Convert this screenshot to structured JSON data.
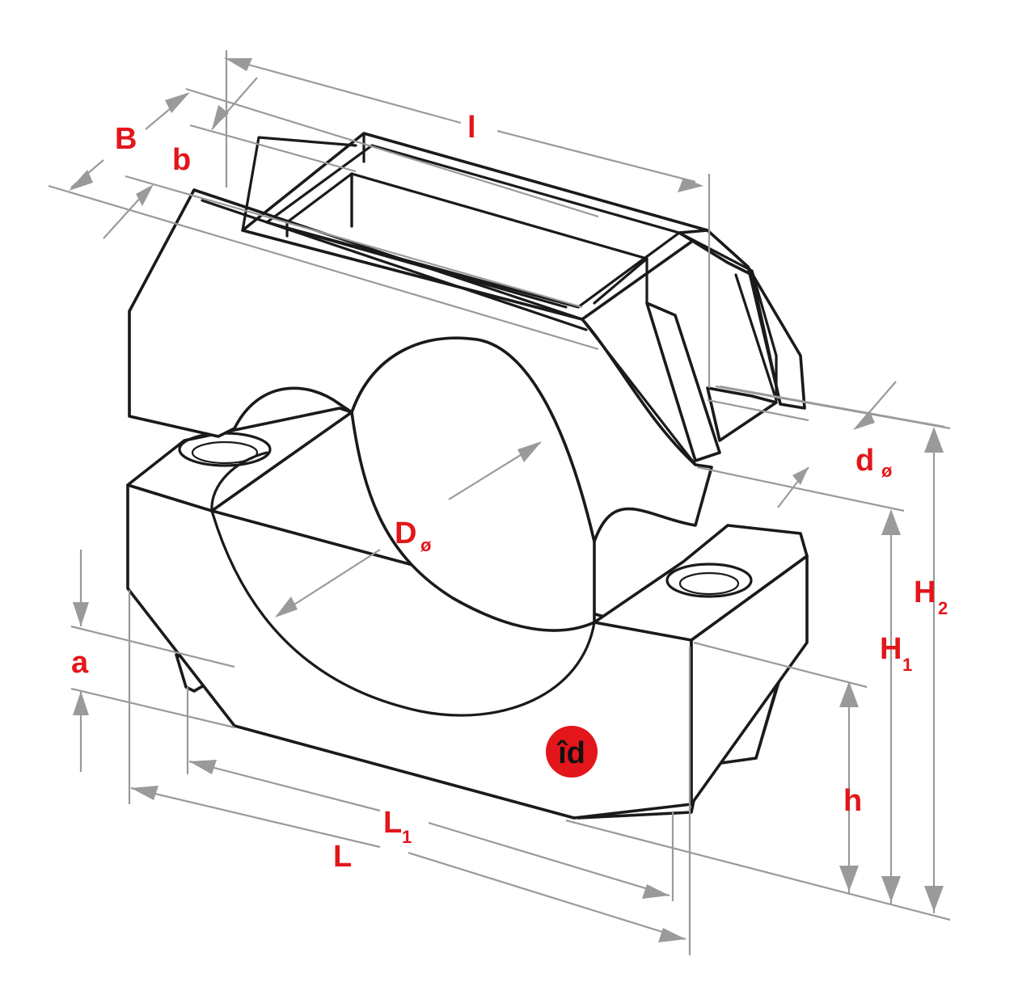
{
  "labels": {
    "B": "B",
    "b": "b",
    "l": "l",
    "d": "d",
    "d_sub": "ø",
    "D": "D",
    "D_sub": "ø",
    "a": "a",
    "H1": "H",
    "H1_sub": "1",
    "H2": "H",
    "H2_sub": "2",
    "h": "h",
    "L": "L",
    "L1": "L",
    "L1_sub": "1"
  },
  "logo": {
    "text": "îd"
  },
  "colors": {
    "label": "#e3161b",
    "dimension_line": "#9a9a9a",
    "outline": "#1a1a1a",
    "logo_background": "#e3161b"
  }
}
